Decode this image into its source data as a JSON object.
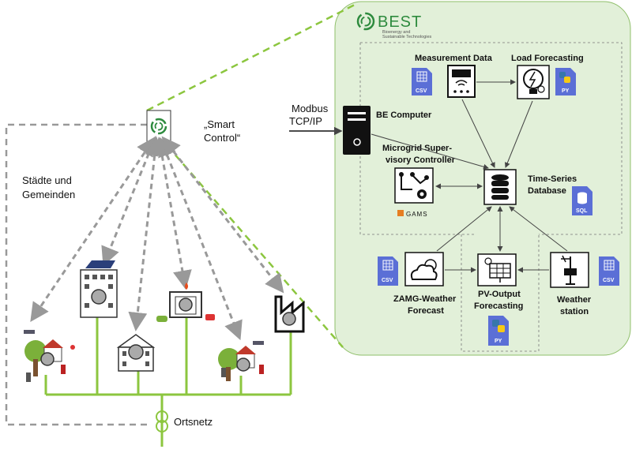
{
  "left": {
    "smart_control_line1": "„Smart",
    "smart_control_line2": "Control“",
    "cities_line1": "Städte und",
    "cities_line2": "Gemeinden",
    "ortsnetz": "Ortsnetz",
    "modbus_line1": "Modbus",
    "modbus_line2": "TCP/IP"
  },
  "brand": {
    "name": "BEST",
    "sub1": "Bioenergy and",
    "sub2": "Sustainable Technologies",
    "color": "#2e8b3e"
  },
  "panel": {
    "be_computer": "BE Computer",
    "measurement_data": "Measurement Data",
    "load_forecasting": "Load Forecasting",
    "msc_line1": "Microgrid Super-",
    "msc_line2": "visory Controller",
    "tsdb_line1": "Time-Series",
    "tsdb_line2": "Database",
    "gams": "GAMS",
    "zamg_line1": "ZAMG-Weather",
    "zamg_line2": "Forecast",
    "pv_line1": "PV-Output",
    "pv_line2": "Forecasting",
    "weather_line1": "Weather",
    "weather_line2": "station"
  },
  "badges": {
    "csv": "CSV",
    "py": "PY",
    "sql": "SQL"
  },
  "colors": {
    "panel_fill": "#e2f0d9",
    "panel_stroke": "#8fbf6a",
    "grid_green": "#8cc63f",
    "dash_gray": "#999999",
    "badge_blue": "#5b6fd6"
  }
}
